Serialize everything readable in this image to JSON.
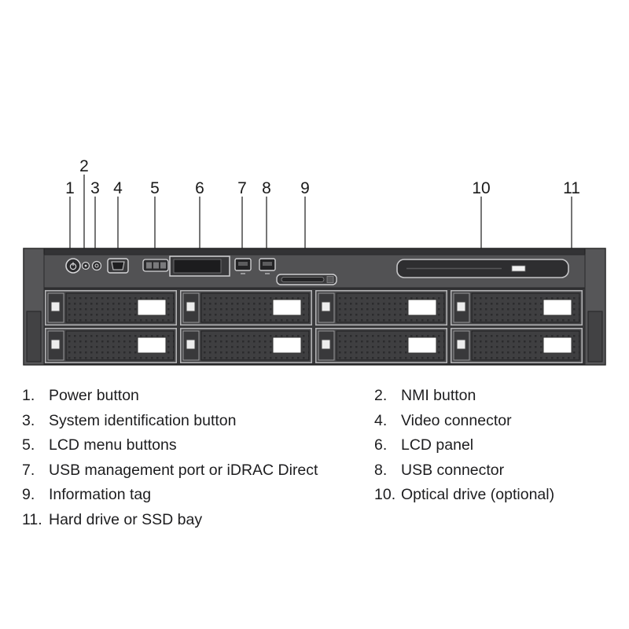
{
  "figure": {
    "callouts": [
      {
        "n": "1"
      },
      {
        "n": "2"
      },
      {
        "n": "3"
      },
      {
        "n": "4"
      },
      {
        "n": "5"
      },
      {
        "n": "6"
      },
      {
        "n": "7"
      },
      {
        "n": "8"
      },
      {
        "n": "9"
      },
      {
        "n": "10"
      },
      {
        "n": "11"
      }
    ]
  },
  "legend": {
    "left": [
      {
        "num": "1.",
        "label": "Power button"
      },
      {
        "num": "3.",
        "label": "System identification button"
      },
      {
        "num": "5.",
        "label": "LCD menu buttons"
      },
      {
        "num": "7.",
        "label": "USB management port or iDRAC Direct"
      },
      {
        "num": "9.",
        "label": "Information tag"
      },
      {
        "num": "11.",
        "label": "Hard drive or SSD bay"
      }
    ],
    "right": [
      {
        "num": "2.",
        "label": "NMI button"
      },
      {
        "num": "4.",
        "label": "Video connector"
      },
      {
        "num": "6.",
        "label": "LCD panel"
      },
      {
        "num": "8.",
        "label": "USB connector"
      },
      {
        "num": "10.",
        "label": "Optical drive (optional)"
      }
    ]
  },
  "colors": {
    "chassis": "#4a4a4c",
    "panel_dark": "#2e2e30",
    "outline_light": "#c9c9cb",
    "label_white": "#ffffff",
    "text": "#1a1a1a"
  }
}
